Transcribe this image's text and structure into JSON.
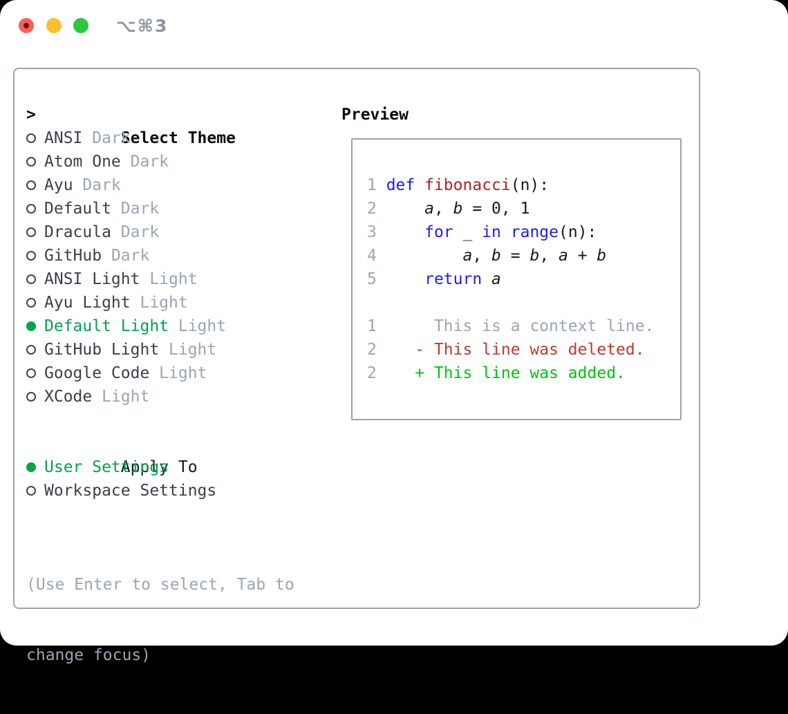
{
  "window": {
    "title": "⌥⌘3"
  },
  "colors": {
    "selected_green": "#00a44c",
    "diff_added_green": "#00c40b",
    "diff_deleted_red": "#c4372c",
    "keyword_blue": "#1b1aff",
    "function_red": "#b22222",
    "muted_gray": "#9ba5b3",
    "muted_gray2": "#8f959e",
    "text_dark": "#3a404a",
    "code_black": "#16191e",
    "header_black": "#0b0e13",
    "subheader_black": "#14181e",
    "circle_gray": "#3e4550",
    "panel_border_gray": "#9aa3ae",
    "traffic_red": "#f95f57",
    "traffic_yellow": "#fdbd2e",
    "traffic_green": "#2bc840"
  },
  "theme_selector": {
    "header_prefix": ">",
    "header": "Select Theme",
    "items": [
      {
        "name": "ANSI",
        "variant": "Dark",
        "selected": false
      },
      {
        "name": "Atom One",
        "variant": "Dark",
        "selected": false
      },
      {
        "name": "Ayu",
        "variant": "Dark",
        "selected": false
      },
      {
        "name": "Default",
        "variant": "Dark",
        "selected": false
      },
      {
        "name": "Dracula",
        "variant": "Dark",
        "selected": false
      },
      {
        "name": "GitHub",
        "variant": "Dark",
        "selected": false
      },
      {
        "name": "ANSI Light",
        "variant": "Light",
        "selected": false
      },
      {
        "name": "Ayu Light",
        "variant": "Light",
        "selected": false
      },
      {
        "name": "Default Light",
        "variant": "Light",
        "selected": true
      },
      {
        "name": "GitHub Light",
        "variant": "Light",
        "selected": false
      },
      {
        "name": "Google Code",
        "variant": "Light",
        "selected": false
      },
      {
        "name": "XCode",
        "variant": "Light",
        "selected": false
      }
    ],
    "apply_to": {
      "header": "Apply To",
      "options": [
        {
          "name": "User Settings",
          "selected": true
        },
        {
          "name": "Workspace Settings",
          "selected": false
        }
      ]
    },
    "hint_line1": "(Use Enter to select, Tab to",
    "hint_line2": "change focus)"
  },
  "preview": {
    "header": "Preview",
    "code_lines": [
      {
        "num": "1",
        "tokens": [
          {
            "t": "def",
            "c": "kw"
          },
          {
            "t": " "
          },
          {
            "t": "fibonacci",
            "c": "fn"
          },
          {
            "t": "(n):"
          }
        ]
      },
      {
        "num": "2",
        "tokens": [
          {
            "t": "    "
          },
          {
            "t": "a",
            "c": "var"
          },
          {
            "t": ", "
          },
          {
            "t": "b",
            "c": "var"
          },
          {
            "t": " = 0, 1"
          }
        ]
      },
      {
        "num": "3",
        "tokens": [
          {
            "t": "    "
          },
          {
            "t": "for",
            "c": "kw"
          },
          {
            "t": " _ "
          },
          {
            "t": "in",
            "c": "kw"
          },
          {
            "t": " "
          },
          {
            "t": "range",
            "c": "kw"
          },
          {
            "t": "(n):"
          }
        ]
      },
      {
        "num": "4",
        "tokens": [
          {
            "t": "        "
          },
          {
            "t": "a",
            "c": "var"
          },
          {
            "t": ", "
          },
          {
            "t": "b",
            "c": "var"
          },
          {
            "t": " = "
          },
          {
            "t": "b",
            "c": "var"
          },
          {
            "t": ", "
          },
          {
            "t": "a",
            "c": "var"
          },
          {
            "t": " + "
          },
          {
            "t": "b",
            "c": "var"
          }
        ]
      },
      {
        "num": "5",
        "tokens": [
          {
            "t": "    "
          },
          {
            "t": "return",
            "c": "kw"
          },
          {
            "t": " "
          },
          {
            "t": "a",
            "c": "var"
          }
        ]
      }
    ],
    "diff_lines": [
      {
        "num": "1",
        "tokens": [
          {
            "t": "     This is a context line.",
            "c": "ctx"
          }
        ]
      },
      {
        "num": "2",
        "tokens": [
          {
            "t": "   - This line was deleted.",
            "c": "del"
          }
        ]
      },
      {
        "num": "2",
        "tokens": [
          {
            "t": "   + This line was added.",
            "c": "add"
          }
        ]
      }
    ]
  }
}
